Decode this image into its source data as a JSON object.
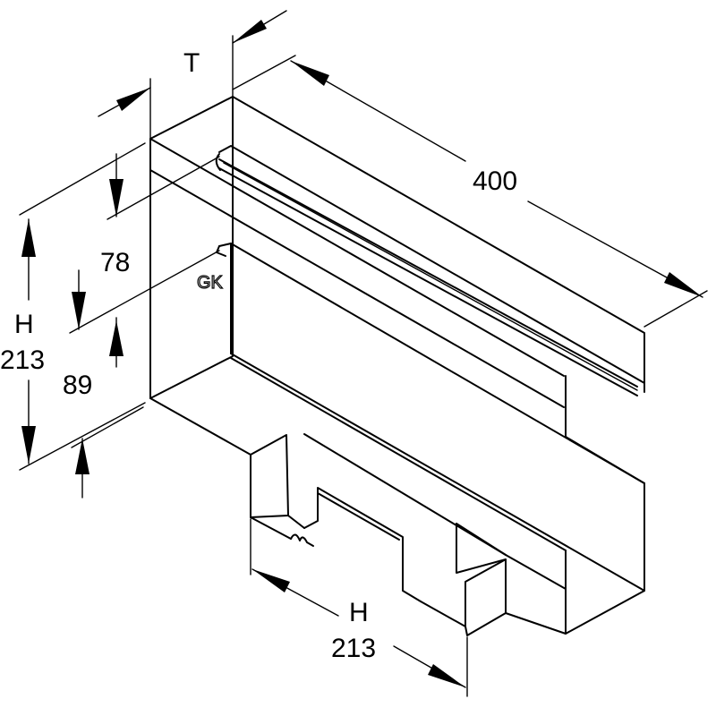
{
  "drawing": {
    "labels": {
      "depth": "T",
      "length": "400",
      "upper_offset": "78",
      "height_letter_left": "H",
      "height_value_left": "213",
      "lower_offset": "89",
      "height_letter_bottom": "H",
      "height_value_bottom": "213"
    },
    "manufacturer_mark": "GK",
    "line_color": "#000000",
    "background_color": "#ffffff"
  }
}
